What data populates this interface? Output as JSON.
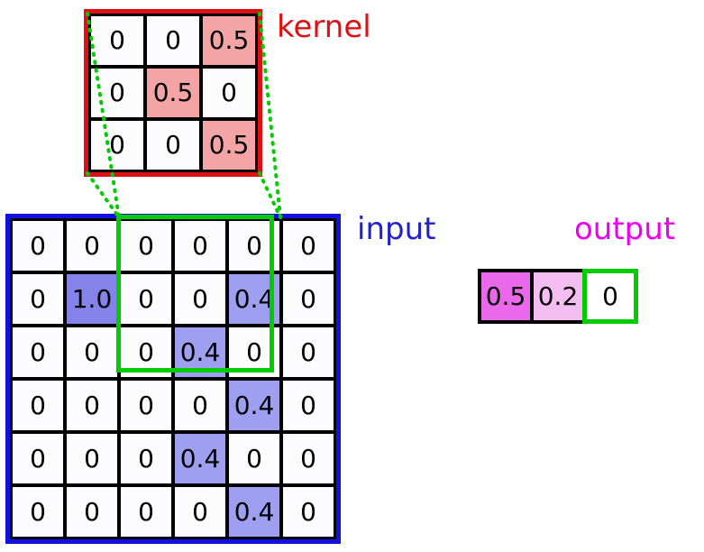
{
  "diagram": {
    "kernel": {
      "label": "kernel",
      "label_color": "#dd1111",
      "border_color": "#dd1111",
      "rows": [
        [
          "0",
          "0",
          "0.5"
        ],
        [
          "0",
          "0.5",
          "0"
        ],
        [
          "0",
          "0",
          "0.5"
        ]
      ],
      "cell_colors": {
        "0": "#fcfcff",
        "0.5": "#f4a4a4"
      }
    },
    "input": {
      "label": "input",
      "label_color": "#2222cc",
      "border_color": "#1111dd",
      "rows": [
        [
          "0",
          "0",
          "0",
          "0",
          "0",
          "0"
        ],
        [
          "0",
          "1.0",
          "0",
          "0",
          "0.4",
          "0"
        ],
        [
          "0",
          "0",
          "0",
          "0.4",
          "0",
          "0"
        ],
        [
          "0",
          "0",
          "0",
          "0",
          "0.4",
          "0"
        ],
        [
          "0",
          "0",
          "0",
          "0.4",
          "0",
          "0"
        ],
        [
          "0",
          "0",
          "0",
          "0",
          "0.4",
          "0"
        ]
      ],
      "cell_colors": {
        "0": "#fcfcff",
        "0.4": "#9f9ff2",
        "1.0": "#8383ea"
      }
    },
    "output": {
      "label": "output",
      "label_color": "#ee00ee",
      "cells": [
        {
          "value": "0.5",
          "bg": "#ea68ea",
          "border_color": "#000000"
        },
        {
          "value": "0.2",
          "bg": "#f4bef2",
          "border_color": "#000000"
        },
        {
          "value": "0",
          "bg": "#ffffff",
          "border_color": "#00cc00"
        }
      ]
    },
    "window": {
      "color": "#00cc00"
    }
  }
}
